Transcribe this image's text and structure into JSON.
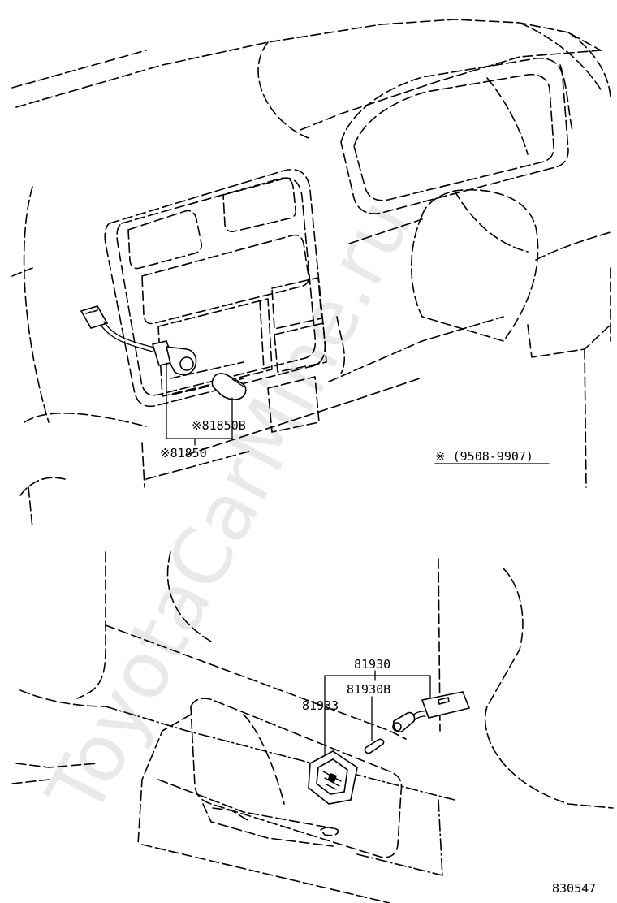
{
  "watermark": "ToyotaCarMine.ru",
  "labels": {
    "p81850B": "※81850B",
    "p81850": "※81850",
    "note": "※ (9508-9907)",
    "p81930": "81930",
    "p81930B": "81930B",
    "p81933": "81933",
    "figure_number": "830547"
  }
}
